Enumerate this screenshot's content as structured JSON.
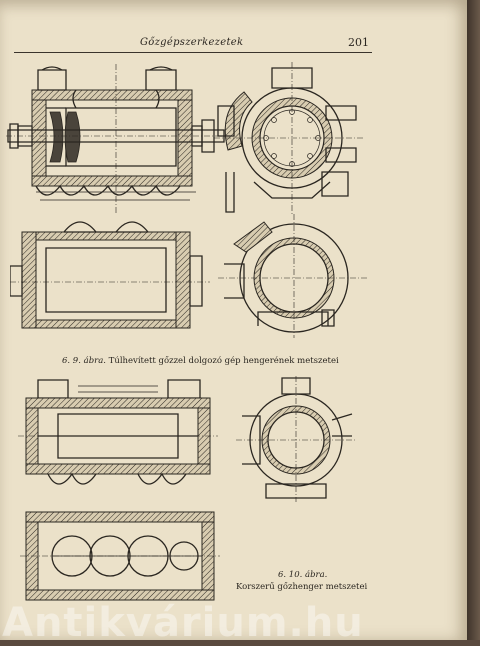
{
  "header": {
    "running_title": "Gőzgépszerkezetek",
    "page_number": "201"
  },
  "figures": [
    {
      "number": "6. 9. ábra.",
      "caption": "Túlhevített gőzzel dolgozó gép hengerének metszetei"
    },
    {
      "number": "6. 10. ábra.",
      "caption": "Korszerű gőzhenger metszetei"
    }
  ],
  "watermark": {
    "text": "Antikvárium.hu"
  }
}
